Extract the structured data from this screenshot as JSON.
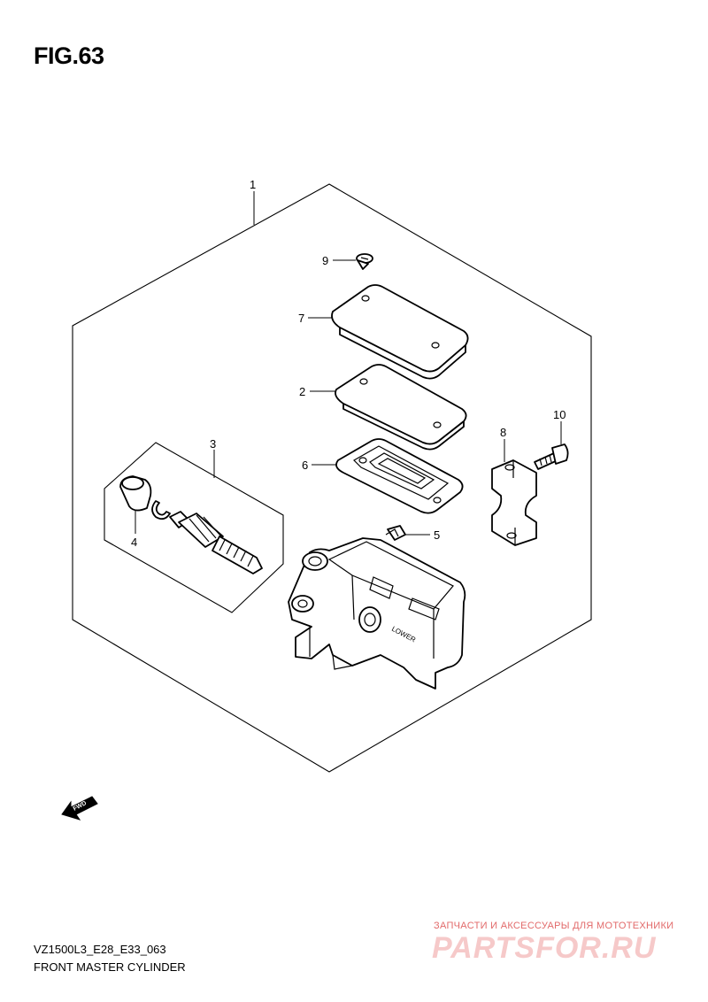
{
  "figure": {
    "title": "FIG.63"
  },
  "callouts": {
    "c1": "1",
    "c2": "2",
    "c3": "3",
    "c4": "4",
    "c5": "5",
    "c6": "6",
    "c7": "7",
    "c8": "8",
    "c9": "9",
    "c10": "10"
  },
  "arrow": {
    "label": "FWD",
    "icon": "fwd-arrow-icon"
  },
  "footer": {
    "model_code": "VZ1500L3_E28_E33_063",
    "part_name": "FRONT MASTER CYLINDER"
  },
  "watermark": {
    "tagline": "ЗАПЧАСТИ И АКСЕССУАРЫ ДЛЯ МОТОТЕХНИКИ",
    "logo": "PARTSFOR.RU",
    "color": "#e26a6a"
  }
}
